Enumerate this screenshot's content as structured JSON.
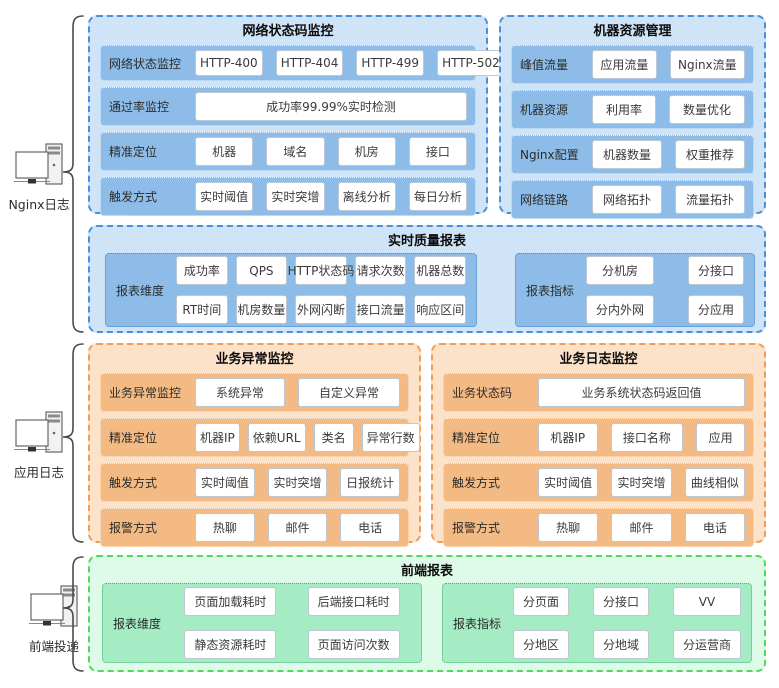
{
  "colors": {
    "blue-bg": "#cfe4f7",
    "blue-row": "#8dbce8",
    "blue-border": "#4a90d8",
    "orange-bg": "#fbe2c9",
    "orange-row": "#f4ba83",
    "orange-border": "#ef9d58",
    "green-bg": "#ddfbe8",
    "green-box": "#a5ebc4",
    "green-border": "#55d75e",
    "chip-bg": "#ffffff",
    "chip-border": "#bcc8d3",
    "text": "#2e2e2e"
  },
  "sources": [
    {
      "label": "Nginx日志"
    },
    {
      "label": "应用日志"
    },
    {
      "label": "前端投递"
    }
  ],
  "panels": {
    "network_status": {
      "title": "网络状态码监控",
      "rows": [
        {
          "label": "网络状态监控",
          "chips": [
            "HTTP-400",
            "HTTP-404",
            "HTTP-499",
            "HTTP-502"
          ]
        },
        {
          "label": "通过率监控",
          "chips": [
            "成功率99.99%实时检测"
          ]
        },
        {
          "label": "精准定位",
          "chips": [
            "机器",
            "域名",
            "机房",
            "接口"
          ]
        },
        {
          "label": "触发方式",
          "chips": [
            "实时阈值",
            "实时突增",
            "离线分析",
            "每日分析"
          ]
        }
      ]
    },
    "machine_resource": {
      "title": "机器资源管理",
      "rows": [
        {
          "label": "峰值流量",
          "chips": [
            "应用流量",
            "Nginx流量"
          ]
        },
        {
          "label": "机器资源",
          "chips": [
            "利用率",
            "数量优化"
          ]
        },
        {
          "label": "Nginx配置",
          "chips": [
            "机器数量",
            "权重推荐"
          ]
        },
        {
          "label": "网络链路",
          "chips": [
            "网络拓扑",
            "流量拓扑"
          ]
        }
      ]
    },
    "realtime_report": {
      "title": "实时质量报表",
      "dimension": {
        "label": "报表维度",
        "chips": [
          [
            "成功率",
            "QPS",
            "HTTP状态码",
            "请求次数",
            "机器总数"
          ],
          [
            "RT时间",
            "机房数量",
            "外网闪断",
            "接口流量",
            "响应区间"
          ]
        ]
      },
      "metrics": {
        "label": "报表指标",
        "chips": [
          [
            "分机房",
            "分接口"
          ],
          [
            "分内外网",
            "分应用"
          ]
        ]
      }
    },
    "biz_exception": {
      "title": "业务异常监控",
      "rows": [
        {
          "label": "业务异常监控",
          "chips": [
            "系统异常",
            "自定义异常"
          ]
        },
        {
          "label": "精准定位",
          "chips": [
            "机器IP",
            "依赖URL",
            "类名",
            "异常行数"
          ]
        },
        {
          "label": "触发方式",
          "chips": [
            "实时阈值",
            "实时突增",
            "日报统计"
          ]
        },
        {
          "label": "报警方式",
          "chips": [
            "热聊",
            "邮件",
            "电话"
          ]
        }
      ]
    },
    "biz_log": {
      "title": "业务日志监控",
      "rows": [
        {
          "label": "业务状态码",
          "chips": [
            "业务系统状态码返回值"
          ]
        },
        {
          "label": "精准定位",
          "chips": [
            "机器IP",
            "接口名称",
            "应用"
          ]
        },
        {
          "label": "触发方式",
          "chips": [
            "实时阈值",
            "实时突增",
            "曲线相似"
          ]
        },
        {
          "label": "报警方式",
          "chips": [
            "热聊",
            "邮件",
            "电话"
          ]
        }
      ]
    },
    "frontend_report": {
      "title": "前端报表",
      "dimension": {
        "label": "报表维度",
        "chips": [
          [
            "页面加载耗时",
            "后端接口耗时"
          ],
          [
            "静态资源耗时",
            "页面访问次数"
          ]
        ]
      },
      "metrics": {
        "label": "报表指标",
        "chips": [
          [
            "分页面",
            "分接口",
            "VV"
          ],
          [
            "分地区",
            "分地域",
            "分运营商"
          ]
        ]
      }
    }
  }
}
